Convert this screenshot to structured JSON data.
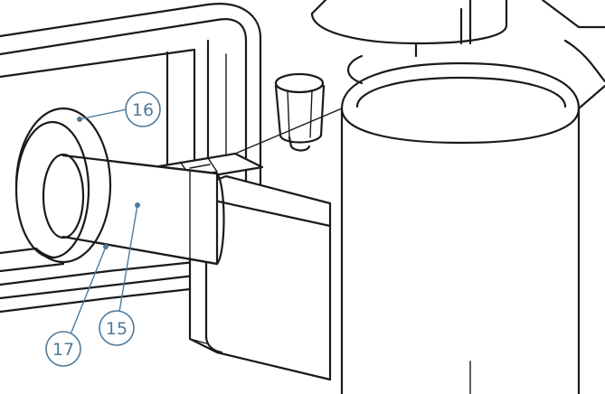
{
  "callouts": [
    {
      "id": "c16",
      "label": "16",
      "part": "16"
    },
    {
      "id": "c15",
      "label": "15",
      "part": "15"
    },
    {
      "id": "c17",
      "label": "17",
      "part": "17"
    }
  ],
  "colors": {
    "line": "#1a1a1a",
    "callout": "#4f7a9a",
    "background": "#ffffff"
  }
}
